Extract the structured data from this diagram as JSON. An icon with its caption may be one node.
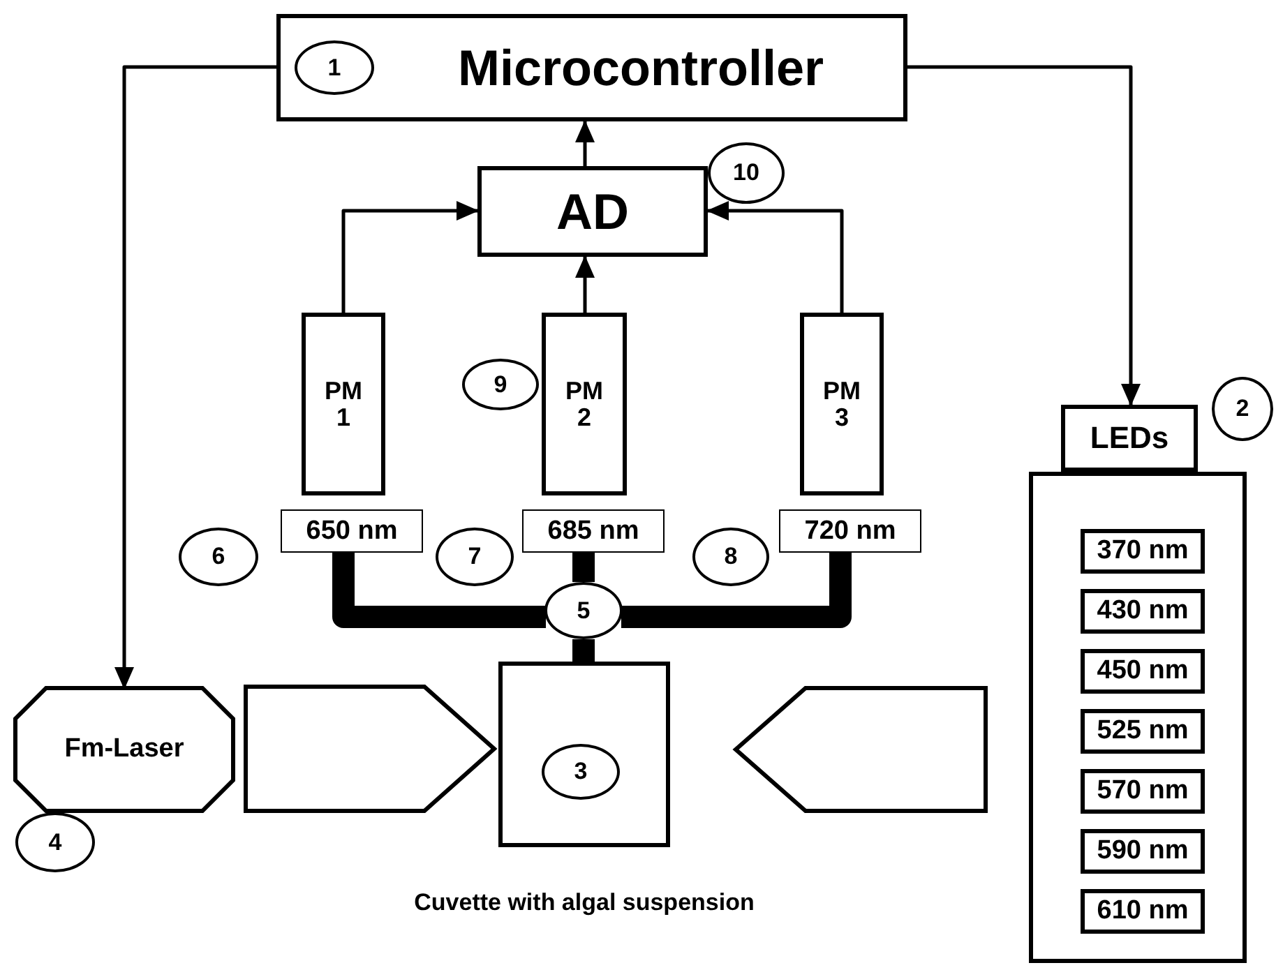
{
  "diagram": {
    "nodes": [
      {
        "text": [
          "Microcontroller"
        ]
      },
      {
        "text": [
          "1"
        ],
        "in": 0
      },
      {
        "text": [
          "AD"
        ]
      },
      {
        "text": [
          "10"
        ]
      },
      {
        "text": [
          "PM 1"
        ]
      },
      {
        "text": [
          "PM 2"
        ]
      },
      {
        "text": [
          "PM 3"
        ]
      },
      {
        "text": [
          "9"
        ]
      },
      {
        "text": [
          "650 nm"
        ]
      },
      {
        "text": [
          "685 nm"
        ]
      },
      {
        "text": [
          "720 nm"
        ]
      },
      {
        "text": [
          "6"
        ]
      },
      {
        "text": [
          "7"
        ]
      },
      {
        "text": [
          "8"
        ]
      },
      {
        "text": [
          "5"
        ]
      },
      {
        "text": [],
        "shape": "box",
        "beside": [
          "Cuvette with algal suspension"
        ]
      },
      {
        "text": [
          "3"
        ],
        "in": 15
      },
      {
        "text": [
          "Fm-Laser"
        ]
      },
      {
        "text": [
          "4"
        ]
      },
      {
        "text": [],
        "shape": "pentagon"
      },
      {
        "text": [],
        "shape": "pentagon"
      },
      {
        "text": [
          "LEDs"
        ]
      },
      {
        "text": [
          "2"
        ]
      },
      {
        "text": [],
        "shape": "box"
      },
      {
        "text": [
          "370 nm"
        ],
        "in": 23
      },
      {
        "text": [
          "430 nm"
        ],
        "in": 23
      },
      {
        "text": [
          "450 nm"
        ],
        "in": 23
      },
      {
        "text": [
          "525 nm"
        ],
        "in": 23
      },
      {
        "text": [
          "570 nm"
        ],
        "in": 23
      },
      {
        "text": [
          "590 nm"
        ],
        "in": 23
      },
      {
        "text": [
          "610 nm"
        ],
        "in": 23
      }
    ],
    "edges": [
      {
        "from": 0,
        "to": 17,
        "arrow": "to"
      },
      {
        "from": 0,
        "to": 21,
        "arrow": "to"
      },
      {
        "from": 2,
        "to": 0,
        "arrow": "to"
      },
      {
        "from": 4,
        "to": 2,
        "arrow": "to"
      },
      {
        "from": 5,
        "to": 2,
        "arrow": "to"
      },
      {
        "from": 6,
        "to": 2,
        "arrow": "to"
      },
      {
        "from": 8,
        "to": 14,
        "arrow": "none",
        "style": "thick"
      },
      {
        "from": 9,
        "to": 14,
        "arrow": "none",
        "style": "thick"
      },
      {
        "from": 10,
        "to": 14,
        "arrow": "none",
        "style": "thick"
      },
      {
        "from": 14,
        "to": 15,
        "arrow": "none",
        "style": "thick"
      }
    ]
  }
}
